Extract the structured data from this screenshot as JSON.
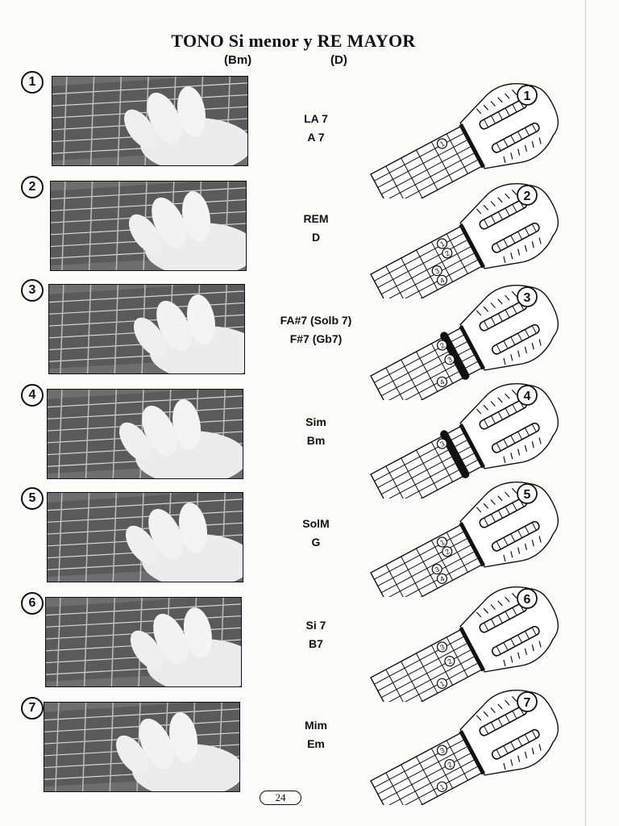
{
  "header": {
    "title": "TONO Si menor y RE MAYOR",
    "sub_left": "(Bm)",
    "sub_right": "(D)"
  },
  "rows": [
    {
      "num": "1",
      "name_es": "LA 7",
      "name_en": "A 7",
      "dots": [
        "1"
      ],
      "barre": false
    },
    {
      "num": "2",
      "name_es": "REM",
      "name_en": "D",
      "dots": [
        "1",
        "2",
        "3",
        "4"
      ],
      "barre": false
    },
    {
      "num": "3",
      "name_es": "FA#7 (Solb 7)",
      "name_en": "F#7 (Gb7)",
      "dots": [
        "2",
        "3",
        "4"
      ],
      "barre": true
    },
    {
      "num": "4",
      "name_es": "Sim",
      "name_en": "Bm",
      "dots": [
        "3"
      ],
      "barre": true
    },
    {
      "num": "5",
      "name_es": "SolM",
      "name_en": "G",
      "dots": [
        "1",
        "2",
        "3",
        "4"
      ],
      "barre": false
    },
    {
      "num": "6",
      "name_es": "Si 7",
      "name_en": "B7",
      "dots": [
        "3",
        "2",
        "1"
      ],
      "barre": false
    },
    {
      "num": "7",
      "name_es": "Mim",
      "name_en": "Em",
      "dots": [
        "3",
        "2",
        "1"
      ],
      "barre": false
    }
  ],
  "footer": {
    "page": "24"
  }
}
